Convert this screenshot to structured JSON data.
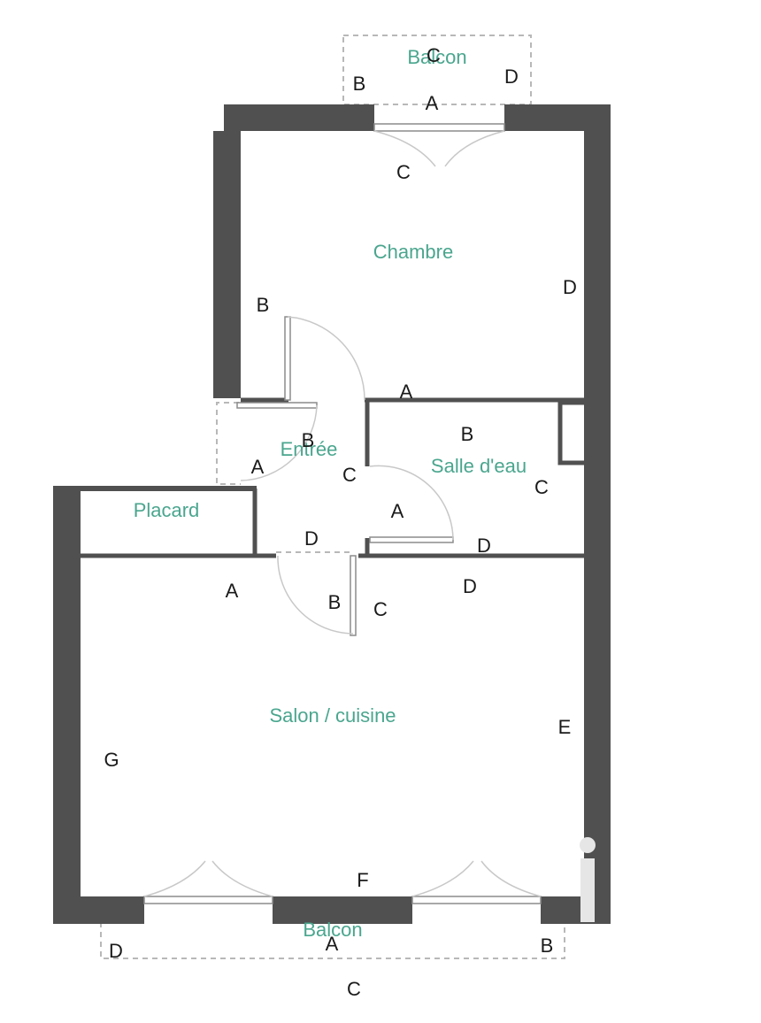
{
  "rooms": {
    "balcony_top": "Balcon",
    "bedroom": "Chambre",
    "entrance": "Entrée",
    "bathroom": "Salle d'eau",
    "closet": "Placard",
    "living": "Salon / cuisine",
    "balcony_bottom": "Balcon"
  },
  "wall_letters": {
    "balcony_top_c": "C",
    "balcony_top_b": "B",
    "balcony_top_d": "D",
    "balcony_top_a": "A",
    "bedroom_c": "C",
    "bedroom_d": "D",
    "bedroom_b": "B",
    "bedroom_a": "A",
    "entrance_b": "B",
    "entrance_a": "A",
    "entrance_c": "C",
    "entrance_d": "D",
    "bathroom_b": "B",
    "bathroom_c": "C",
    "bathroom_a": "A",
    "bathroom_d": "D",
    "living_a": "A",
    "living_b": "B",
    "living_c": "C",
    "living_d": "D",
    "living_e": "E",
    "living_g": "G",
    "living_f": "F",
    "balcony_bottom_d": "D",
    "balcony_bottom_a": "A",
    "balcony_bottom_b": "B",
    "balcony_bottom_c": "C"
  },
  "colors": {
    "wall": "#505050",
    "room_label": "#4aa68e",
    "wall_letter": "#1a1a1a"
  }
}
